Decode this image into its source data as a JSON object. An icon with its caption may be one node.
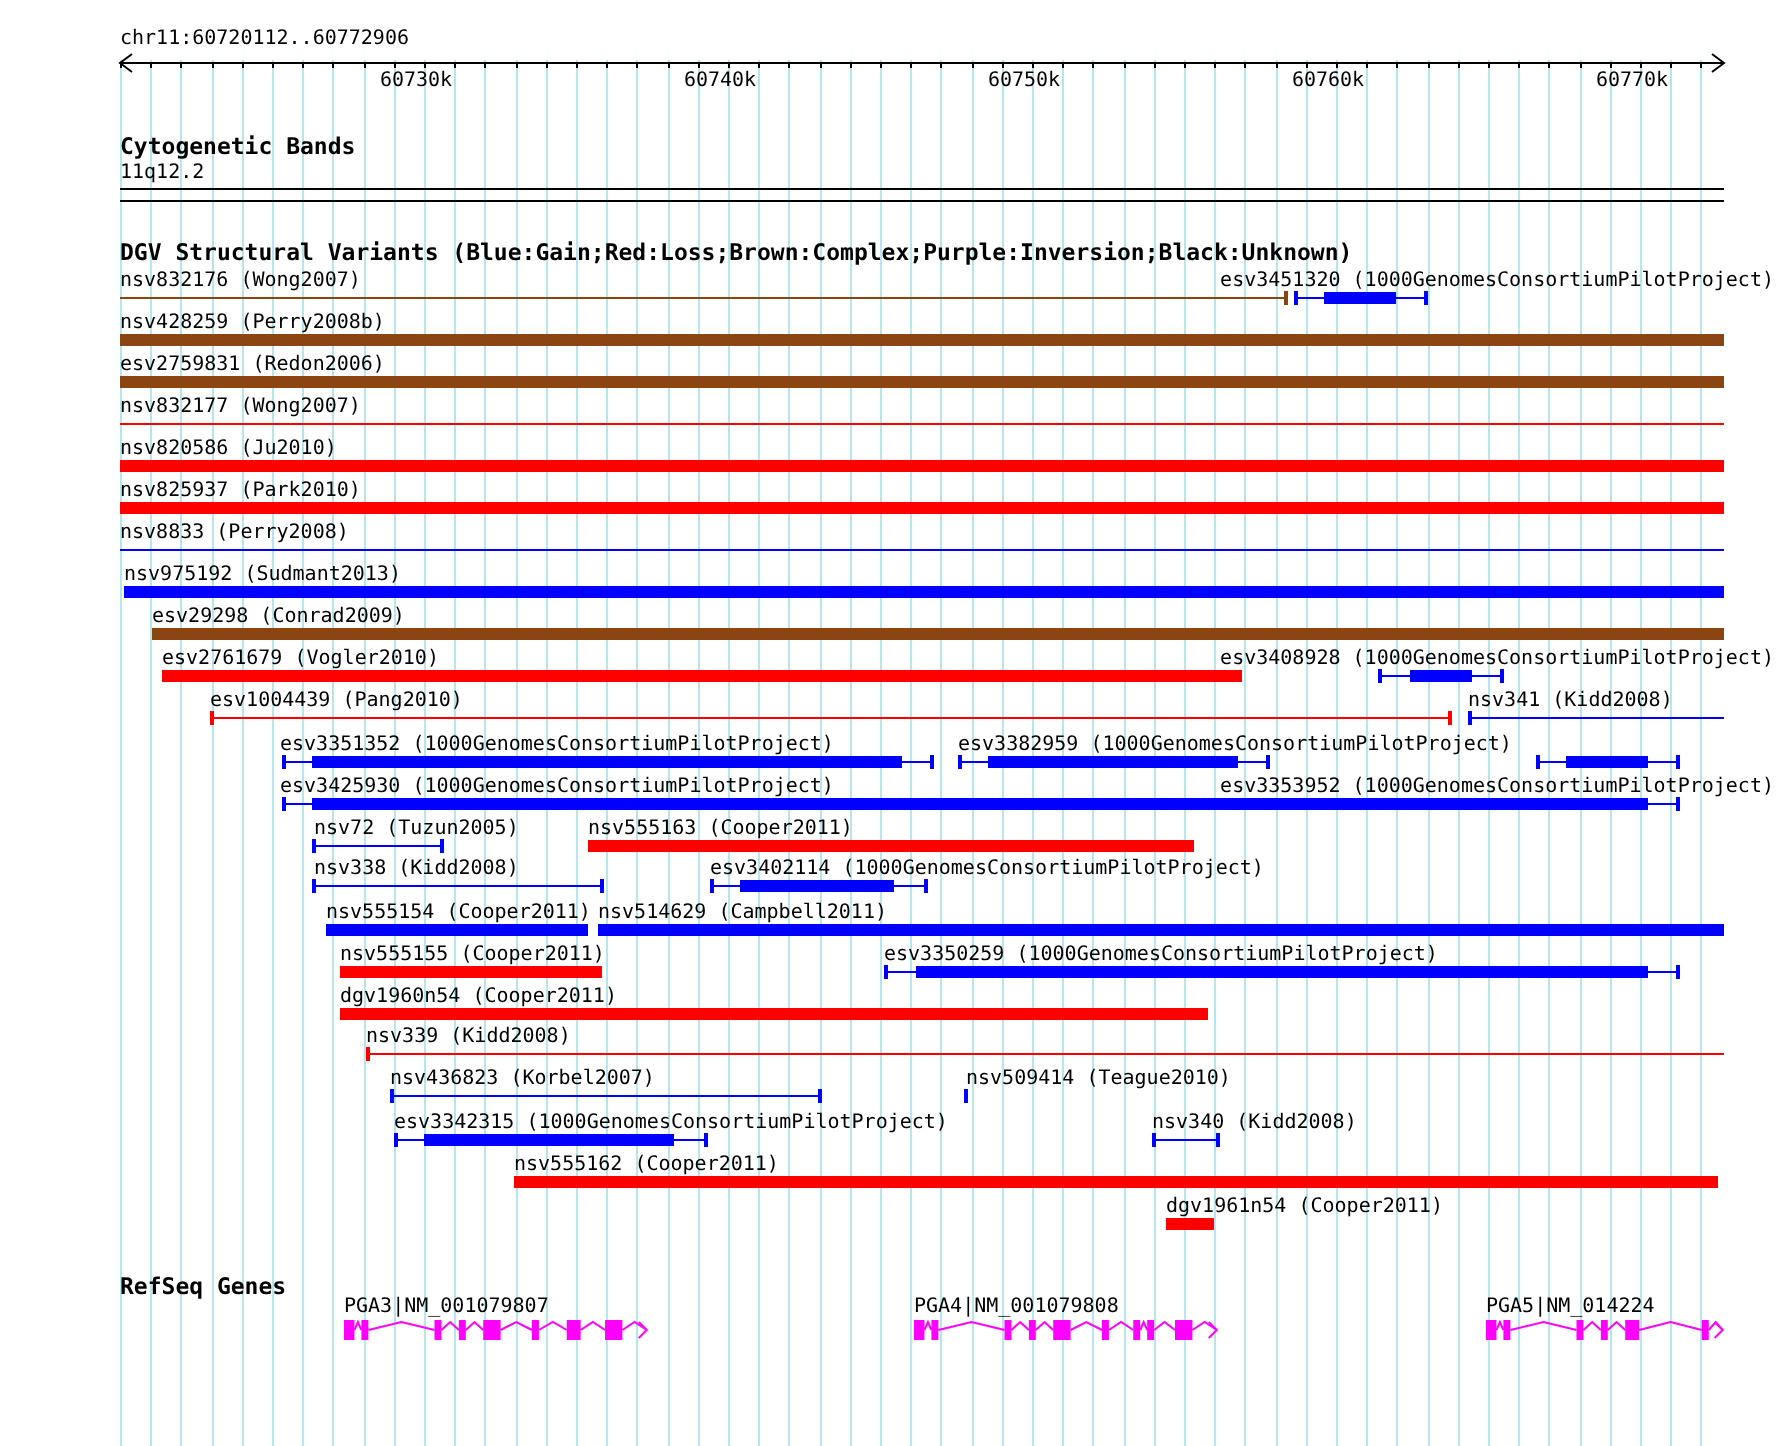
{
  "diagram": {
    "labels": [
      "chr11:60720112..60772906",
      "60730k",
      "60740k",
      "60750k",
      "60760k",
      "60770k",
      "Cytogenetic Bands",
      "11q12.2",
      "DGV Structural Variants (Blue:Gain;Red:Loss;Brown:Complex;Purple:Inversion;Black:Unknown)",
      "nsv832176 (Wong2007)",
      "esv3451320 (1000GenomesConsortiumPilotProject)",
      "nsv428259 (Perry2008b)",
      "esv2759831 (Redon2006)",
      "nsv832177 (Wong2007)",
      "nsv820586 (Ju2010)",
      "nsv825937 (Park2010)",
      "nsv8833 (Perry2008)",
      "nsv975192 (Sudmant2013)",
      "esv29298 (Conrad2009)",
      "esv2761679 (Vogler2010)",
      "esv3408928 (1000GenomesConsortiumPilotProject)",
      "esv1004439 (Pang2010)",
      "nsv341 (Kidd2008)",
      "esv3351352 (1000GenomesConsortiumPilotProject)",
      "esv3382959 (1000GenomesConsortiumPilotProject)",
      "esv3425930 (1000GenomesConsortiumPilotProject)",
      "esv3353952 (1000GenomesConsortiumPilotProject)",
      "nsv72 (Tuzun2005)",
      "nsv555163 (Cooper2011)",
      "nsv338 (Kidd2008)",
      "esv3402114 (1000GenomesConsortiumPilotProject)",
      "nsv555154 (Cooper2011)",
      "nsv514629 (Campbell2011)",
      "nsv555155 (Cooper2011)",
      "esv3350259 (1000GenomesConsortiumPilotProject)",
      "dgv1960n54 (Cooper2011)",
      "nsv339 (Kidd2008)",
      "nsv436823 (Korbel2007)",
      "nsv509414 (Teague2010)",
      "esv3342315 (1000GenomesConsortiumPilotProject)",
      "nsv340 (Kidd2008)",
      "nsv555162 (Cooper2011)",
      "dgv1961n54 (Cooper2011)",
      "RefSeq Genes",
      "PGA3|NM_001079807",
      "PGA4|NM_001079808",
      "PGA5|NM_014224"
    ]
  }
}
